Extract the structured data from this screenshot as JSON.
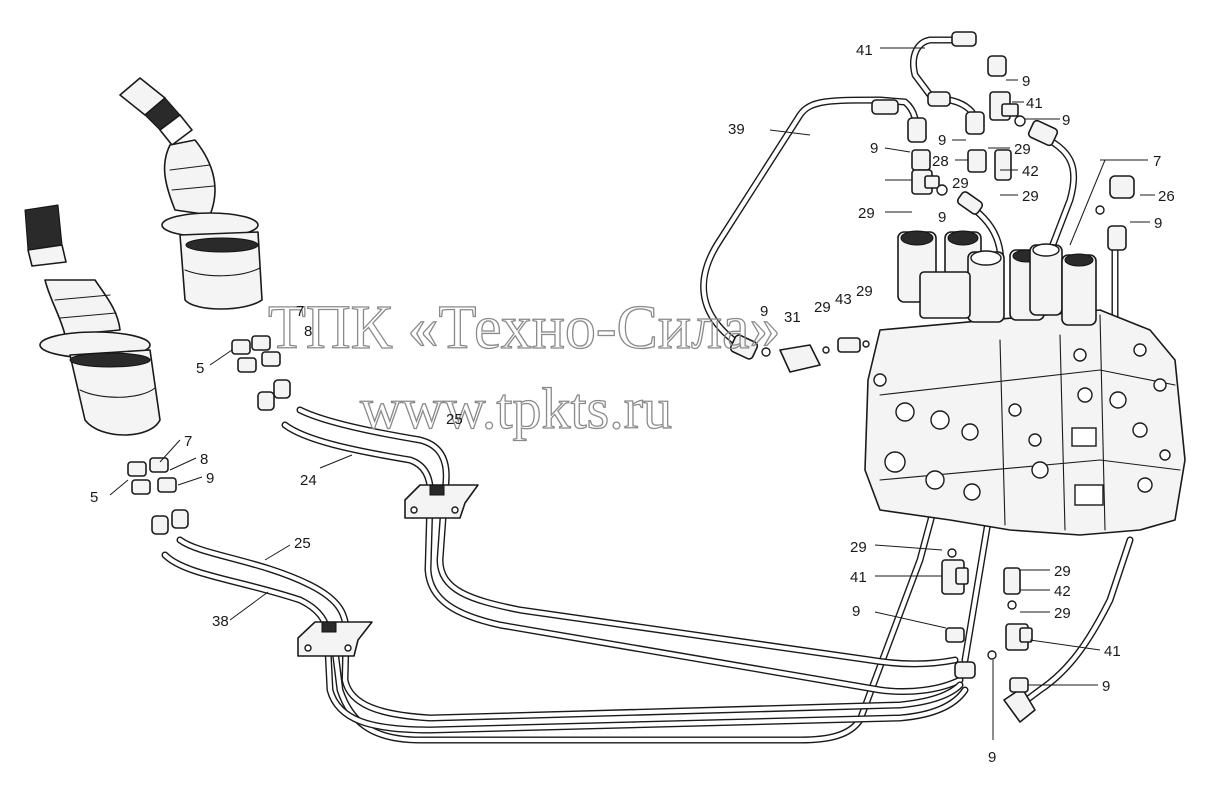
{
  "watermark": {
    "line1": "ТПК «Техно-Сила»",
    "line2": "www.tpkts.ru"
  },
  "callouts": [
    "41",
    "9",
    "41",
    "9",
    "39",
    "9",
    "28",
    "29",
    "42",
    "29",
    "9",
    "29",
    "9",
    "29",
    "7",
    "26",
    "9",
    "5",
    "7",
    "8",
    "5",
    "7",
    "8",
    "9",
    "24",
    "25",
    "25",
    "38",
    "9",
    "31",
    "29",
    "43",
    "29",
    "29",
    "41",
    "9",
    "29",
    "42",
    "29",
    "41",
    "9",
    "9"
  ]
}
